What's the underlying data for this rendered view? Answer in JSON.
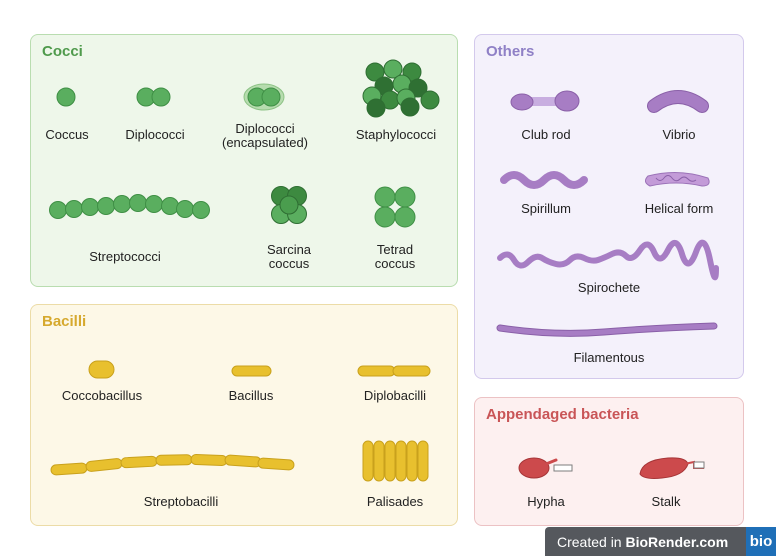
{
  "colors": {
    "cocci_bg": "#eef7ea",
    "cocci_border": "#b9ddb0",
    "cocci_title": "#4f9a4c",
    "bacilli_bg": "#fdf8e7",
    "bacilli_border": "#ecdca7",
    "bacilli_title": "#d6a92e",
    "others_bg": "#f4f1fb",
    "others_border": "#d3c9ec",
    "others_title": "#8f80c6",
    "append_bg": "#fdf0f0",
    "append_border": "#ecc2c4",
    "append_title": "#c95557",
    "green": "#5aae5f",
    "yellow": "#e8c02e",
    "purple": "#a77dc4",
    "red": "#cc4a4c"
  },
  "panels": {
    "cocci": {
      "title": "Cocci",
      "labels": {
        "coccus": "Coccus",
        "diplococci": "Diplococci",
        "diplococci_encapsulated_1": "Diplococci",
        "diplococci_encapsulated_2": "(encapsulated)",
        "staphylococci": "Staphylococci",
        "streptococci": "Streptococci",
        "sarcina_1": "Sarcina",
        "sarcina_2": "coccus",
        "tetrad_1": "Tetrad",
        "tetrad_2": "coccus"
      }
    },
    "bacilli": {
      "title": "Bacilli",
      "labels": {
        "coccobacillus": "Coccobacillus",
        "bacillus": "Bacillus",
        "diplobacilli": "Diplobacilli",
        "streptobacilli": "Streptobacilli",
        "palisades": "Palisades"
      }
    },
    "others": {
      "title": "Others",
      "labels": {
        "club_rod": "Club rod",
        "vibrio": "Vibrio",
        "spirillum": "Spirillum",
        "helical_form": "Helical form",
        "spirochete": "Spirochete",
        "filamentous": "Filamentous"
      }
    },
    "appendaged": {
      "title": "Appendaged bacteria",
      "labels": {
        "hypha": "Hypha",
        "stalk": "Stalk"
      }
    }
  },
  "watermark": {
    "prefix": "Created in",
    "brand": "BioRender.com",
    "logo": "bio"
  }
}
